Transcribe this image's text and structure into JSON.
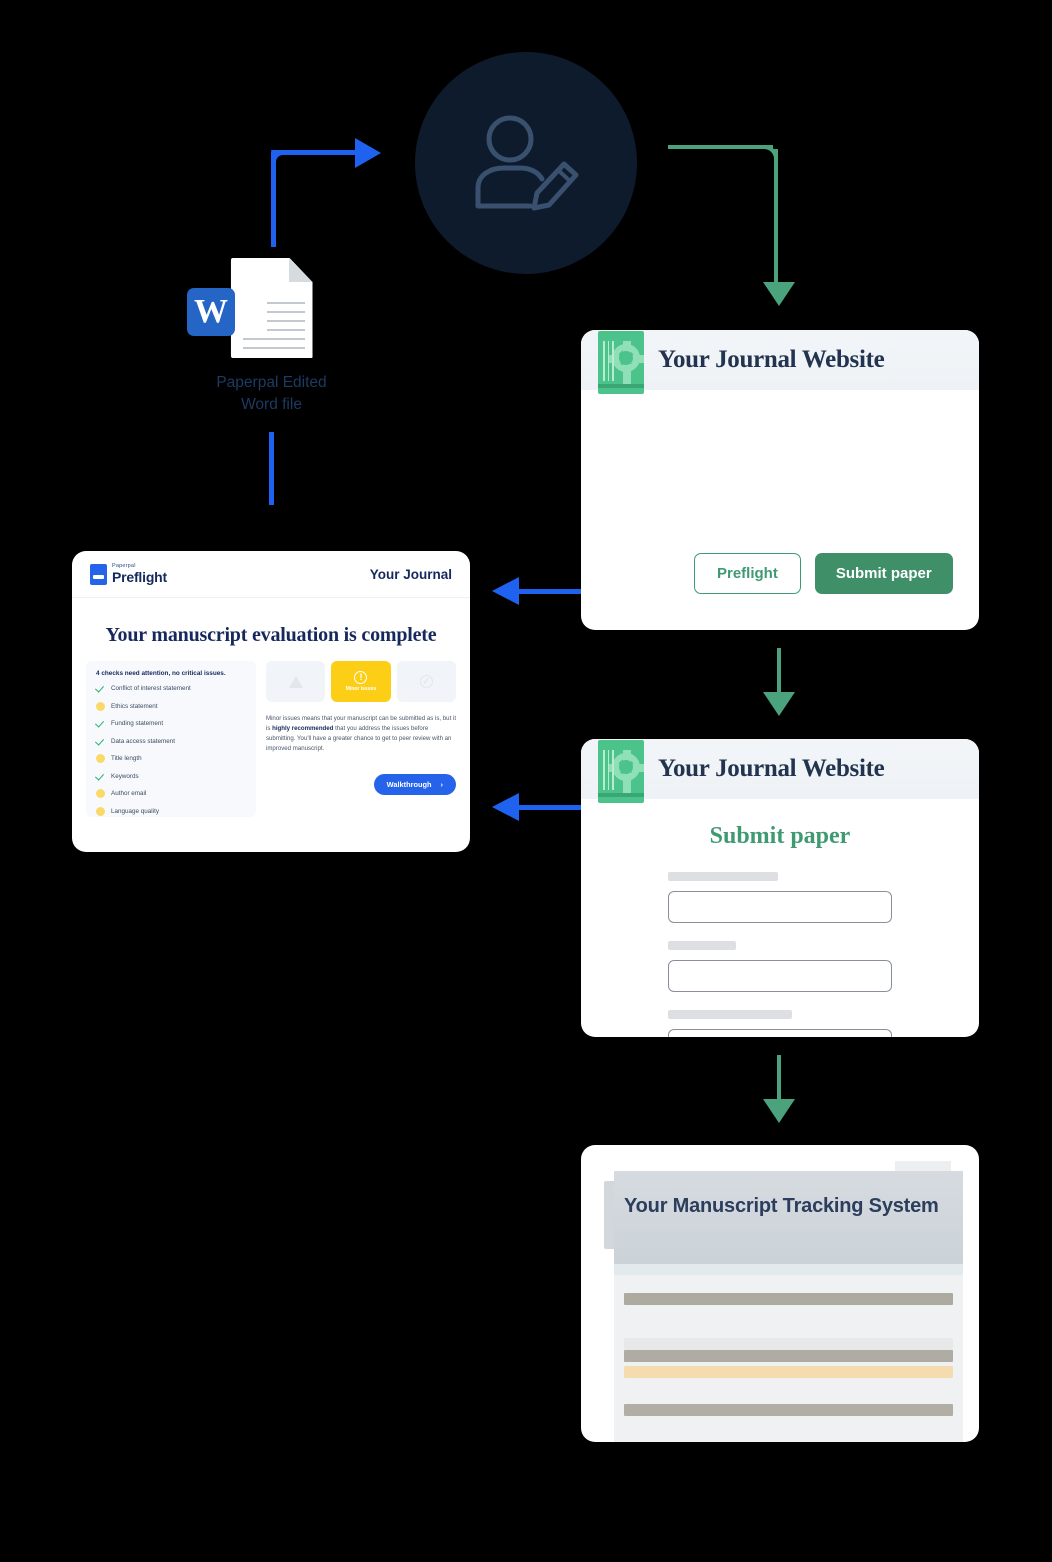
{
  "author_node": {
    "icon": "author-edit-icon"
  },
  "word_file": {
    "badge_letter": "W",
    "label_line1": "Paperpal Edited",
    "label_line2": "Word file"
  },
  "preflight_card": {
    "brand_small": "Paperpal",
    "brand_big": "Preflight",
    "journal_label": "Your Journal",
    "title": "Your manuscript evaluation is complete",
    "checks_heading": "4 checks need attention, no critical issues.",
    "checks": [
      {
        "label": "Conflict of interest statement",
        "state": "ok"
      },
      {
        "label": "Ethics statement",
        "state": "warn"
      },
      {
        "label": "Funding statement",
        "state": "ok"
      },
      {
        "label": "Data access statement",
        "state": "ok"
      },
      {
        "label": "Title length",
        "state": "warn"
      },
      {
        "label": "Keywords",
        "state": "ok"
      },
      {
        "label": "Author email",
        "state": "warn"
      },
      {
        "label": "Language quality",
        "state": "warn"
      }
    ],
    "status_tiles": [
      {
        "icon": "warning-triangle-icon",
        "label": "",
        "active": false
      },
      {
        "icon": "exclamation-circle-icon",
        "label": "Minor issues",
        "active": true
      },
      {
        "icon": "check-circle-icon",
        "label": "",
        "active": false
      }
    ],
    "paragraph_part1": "Minor issues means that your manuscript can be submitted as is, but it is ",
    "paragraph_bold": "highly recommended",
    "paragraph_part2": " that you address the issues before submitting. You'll have a greater chance to get to peer review with an improved manuscript.",
    "walkthrough_label": "Walkthrough",
    "walkthrough_chevron": "›"
  },
  "journal_card_1": {
    "title": "Your Journal Website",
    "preflight_button": "Preflight",
    "submit_button": "Submit paper"
  },
  "journal_card_2": {
    "title": "Your Journal Website",
    "heading": "Submit paper",
    "fields": [
      {
        "label_width": 110,
        "value": "",
        "placeholder": ""
      },
      {
        "label_width": 68,
        "value": "",
        "placeholder": ""
      },
      {
        "label_width": 124,
        "value": "",
        "placeholder": ""
      }
    ]
  },
  "tracking_card": {
    "title": "Your Manuscript Tracking System",
    "rows": [
      {
        "color": "#adaba0"
      },
      {
        "color": "#e8e8e8"
      },
      {
        "color": "#aeaca3"
      },
      {
        "color": "#f4dcaf"
      },
      {
        "color": "#b0aea5"
      },
      {
        "color": "#e8e8e8"
      }
    ]
  },
  "connectors": {
    "blue": "#1f62f0",
    "green": "#4aa37c",
    "edited_to_author": "blue-elbow-up-right",
    "author_to_journal": "green-elbow-right-down",
    "journal_to_submit": "green-down",
    "submit_to_tracking": "green-down",
    "journal_to_preflight": "blue-left",
    "submit_to_preflight": "blue-left",
    "preflight_to_word": "blue-up"
  }
}
